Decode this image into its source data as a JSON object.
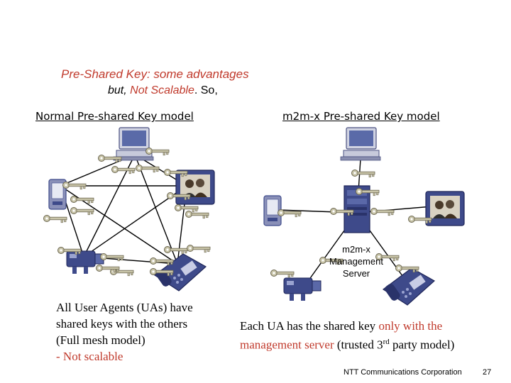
{
  "title": {
    "line1": "Pre-Shared Key: some advantages",
    "line2_prefix": "but, ",
    "line2_highlight": "Not Scalable",
    "line2_suffix": ". So,"
  },
  "left_panel": {
    "heading": "Normal Pre-shared Key model",
    "caption_line1": "All User Agents (UAs) have",
    "caption_line2": "shared keys with the others",
    "caption_line3": "(Full mesh model)",
    "caption_line4": "- Not scalable"
  },
  "right_panel": {
    "heading": "m2m-x Pre-shared Key model",
    "server_line1": "m2m-x",
    "server_line2": "Management",
    "server_line3": "Server",
    "caption_prefix": "Each UA has the shared key ",
    "caption_highlight_1": "only with the",
    "caption_highlight_2": "management server",
    "caption_middle": " (trusted 3",
    "caption_sup": "rd",
    "caption_suffix": " party model)"
  },
  "footer": {
    "company": "NTT Communications Corporation",
    "page_number": "27"
  },
  "colors": {
    "accent_red": "#c0392b",
    "key_fill": "#c8c4a8",
    "device_blue": "#3e4a8a"
  }
}
